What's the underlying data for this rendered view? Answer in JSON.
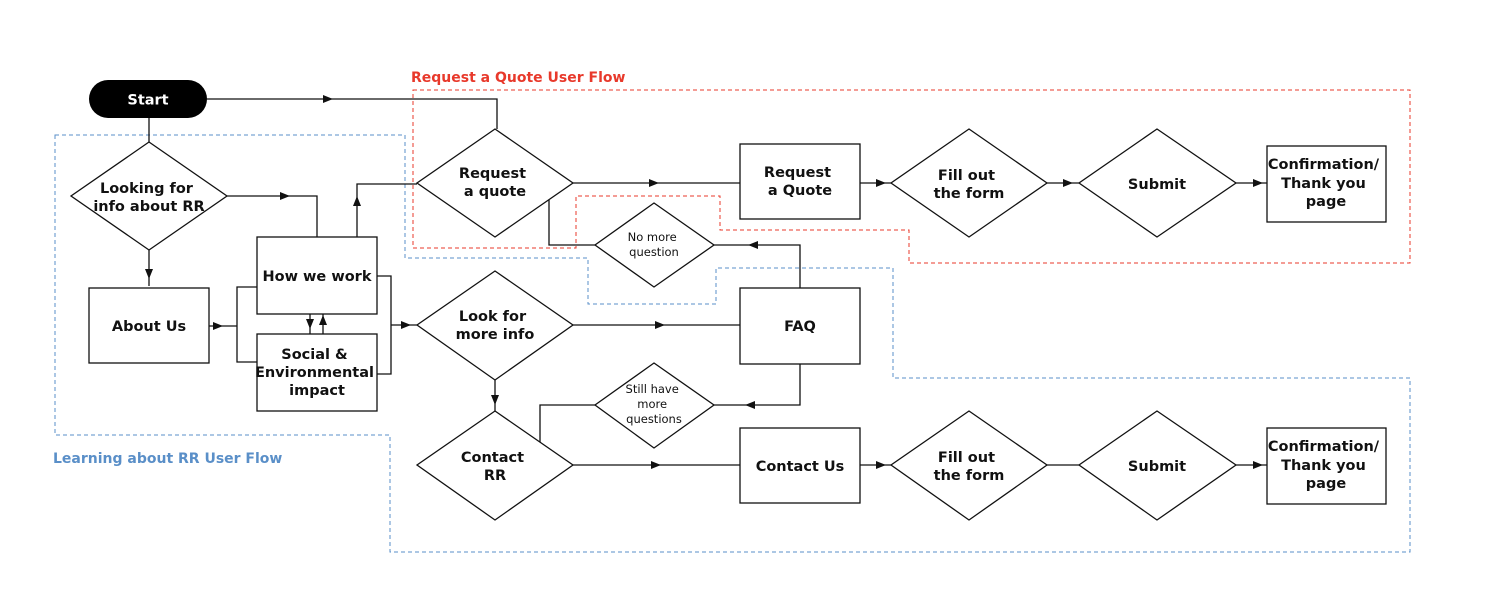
{
  "colors": {
    "quote_region": "#e8392b",
    "learning_region": "#5a8fc8",
    "start_fill": "#000000",
    "stroke": "#111111"
  },
  "regions": {
    "quote_title": "Request a Quote  User Flow",
    "learning_title": "Learning about RR  User Flow"
  },
  "nodes": {
    "start": "Start",
    "looking_info": [
      "Looking for",
      "info about RR"
    ],
    "about_us": [
      "About Us"
    ],
    "how_we_work": [
      "How we work"
    ],
    "social_impact": [
      "Social &",
      "Environmental",
      "impact"
    ],
    "request_quote_decision": [
      "Request",
      "a quote"
    ],
    "no_more_question": [
      "No more",
      "question"
    ],
    "request_quote_page": [
      "Request",
      "a Quote"
    ],
    "fill_form_quote": [
      "Fill out",
      "the form"
    ],
    "submit_quote": [
      "Submit"
    ],
    "confirm_quote": [
      "Confirmation/",
      "Thank you",
      "page"
    ],
    "look_more_info": [
      "Look for",
      "more info"
    ],
    "faq": [
      "FAQ"
    ],
    "still_questions": [
      "Still have",
      "more",
      "questions"
    ],
    "contact_rr": [
      "Contact",
      "RR"
    ],
    "contact_us": [
      "Contact Us"
    ],
    "fill_form_contact": [
      "Fill out",
      "the form"
    ],
    "submit_contact": [
      "Submit"
    ],
    "confirm_contact": [
      "Confirmation/",
      "Thank you",
      "page"
    ]
  }
}
